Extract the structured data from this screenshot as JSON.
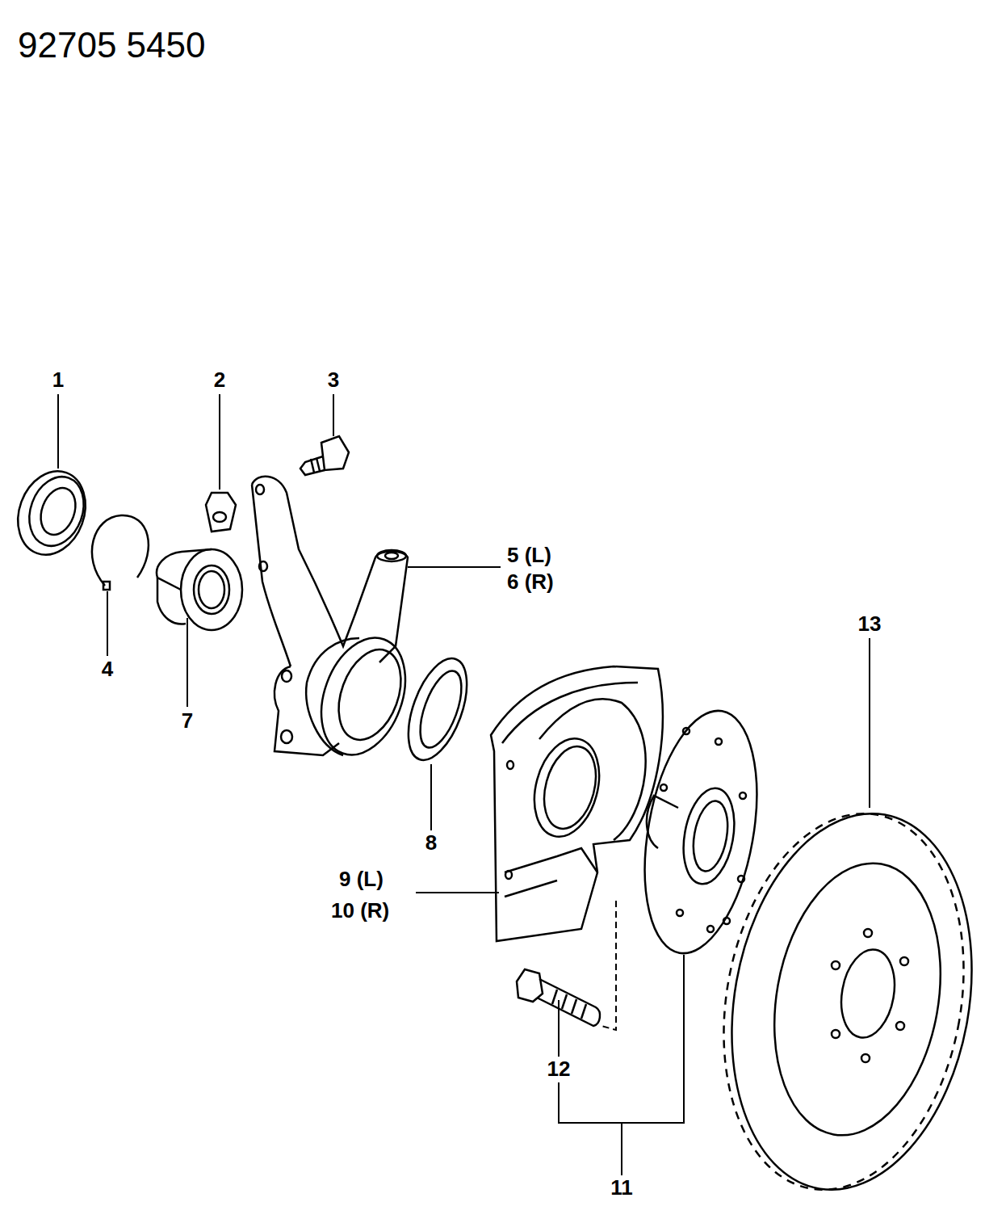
{
  "diagram": {
    "title": "92705 5450",
    "labels": [
      "1",
      "2",
      "3",
      "4",
      "5 (L)",
      "6 (R)",
      "7",
      "8",
      "9 (L)",
      "10 (R)",
      "11",
      "12",
      "13"
    ]
  }
}
